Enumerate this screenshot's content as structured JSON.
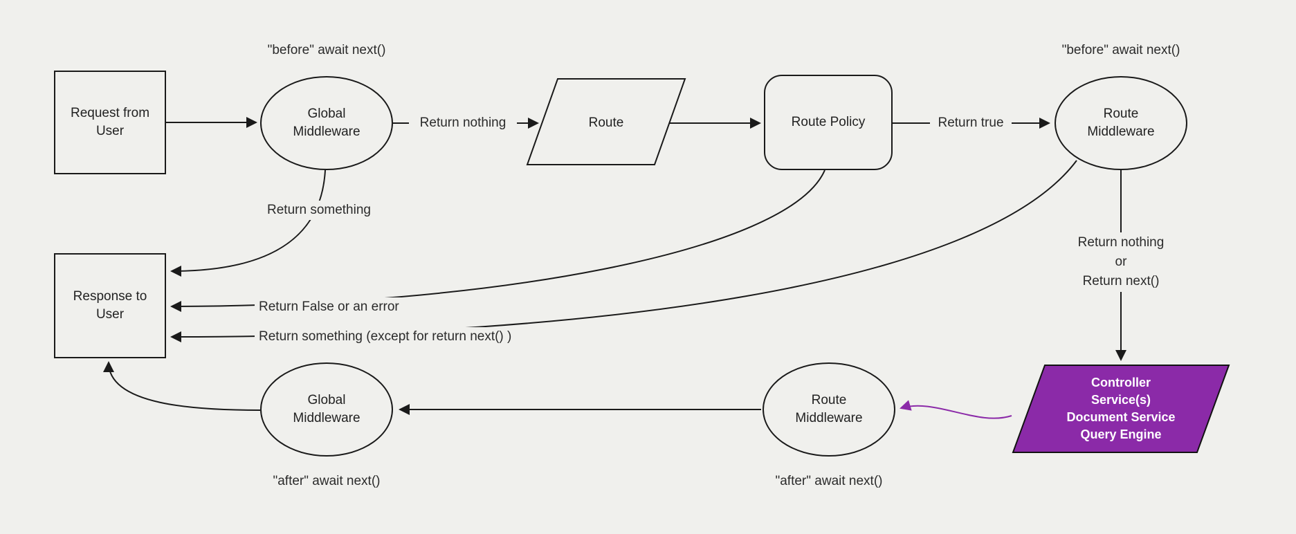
{
  "title": "Middleware request lifecycle flow diagram",
  "colors": {
    "background": "#f0f0ed",
    "line": "#1a1a1a",
    "purple": "#8b2aa8",
    "purple_stroke": "#121212",
    "node_fill": "#f0f0ed",
    "controller_text": "#ffffff"
  },
  "nodes": {
    "request_from_user": "Request from User",
    "global_middleware_top": "Global Middleware",
    "route": "Route",
    "route_policy": "Route Policy",
    "route_middleware_top": "Route Middleware",
    "controller_lines": [
      "Controller",
      "Service(s)",
      "Document Service",
      "Query Engine"
    ],
    "route_middleware_bottom": "Route Middleware",
    "global_middleware_bottom": "Global Middleware",
    "response_to_user": "Response to User"
  },
  "labels": {
    "before_await_next_global": "\"before\" await next()",
    "before_await_next_route": "\"before\" await next()",
    "return_nothing": "Return nothing",
    "return_true": "Return true",
    "return_something": "Return something",
    "return_nothing_or": [
      "Return nothing",
      "or",
      "Return next()"
    ],
    "return_false_or_error": "Return False or an error",
    "return_something_except": "Return something (except for return next() )",
    "after_await_next_global": "\"after\" await next()",
    "after_await_next_route": "\"after\" await next()"
  }
}
